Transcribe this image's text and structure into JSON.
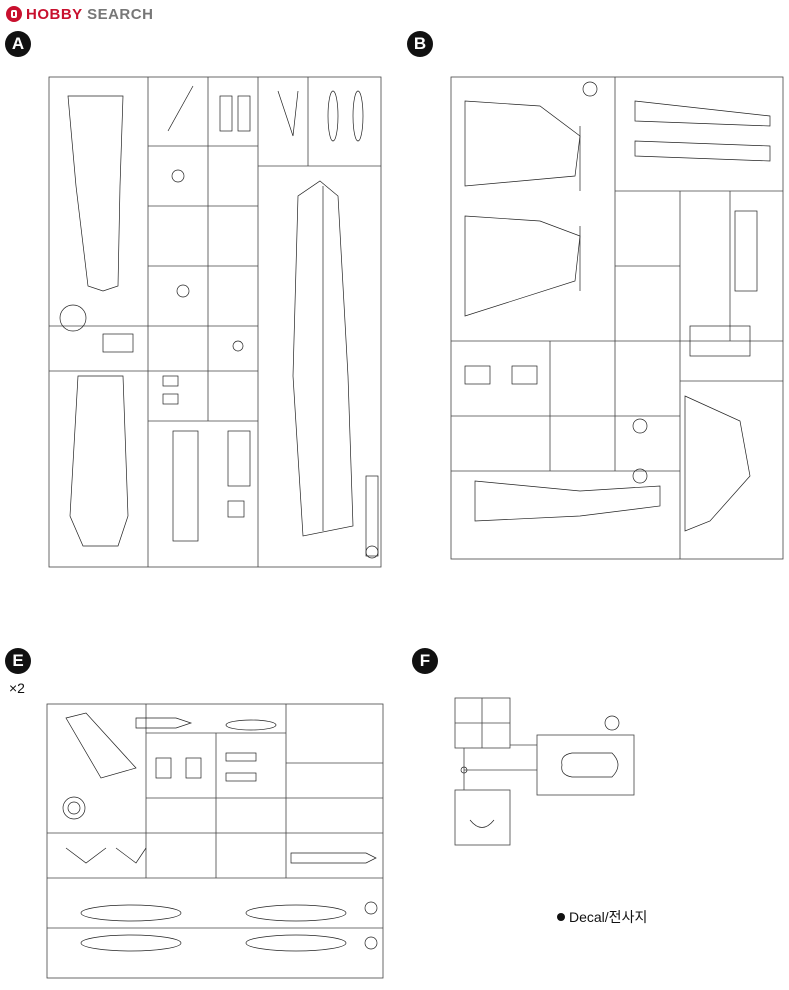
{
  "site": {
    "brand_hobby": "HOBBY",
    "brand_search": "SEARCH"
  },
  "sprues": [
    {
      "key": "A",
      "letter": "A"
    },
    {
      "key": "B",
      "letter": "B"
    },
    {
      "key": "E",
      "letter": "E",
      "multiplier": "×2"
    },
    {
      "key": "F",
      "letter": "F"
    }
  ],
  "decal_label": "Decal/전사지"
}
